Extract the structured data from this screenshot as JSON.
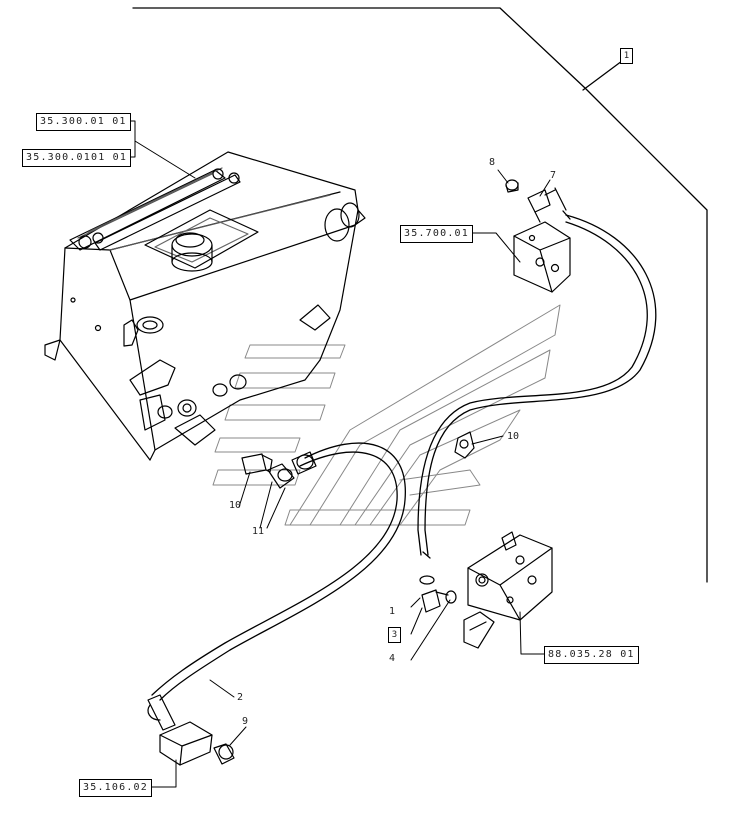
{
  "references": {
    "tank_part_a": "35.300.01 01",
    "tank_part_b": "35.300.0101 01",
    "valve_block_top": "35.700.01",
    "valve_block_right": "88.035.28 01",
    "fitting_bottom": "35.106.02"
  },
  "item_numbers": {
    "n1": "1",
    "n2": "2",
    "n3": "3",
    "n4": "4",
    "n7": "7",
    "n8": "8",
    "n9": "9",
    "n10_left": "10",
    "n10_right": "10",
    "n11": "11"
  },
  "group_box_label": "1"
}
